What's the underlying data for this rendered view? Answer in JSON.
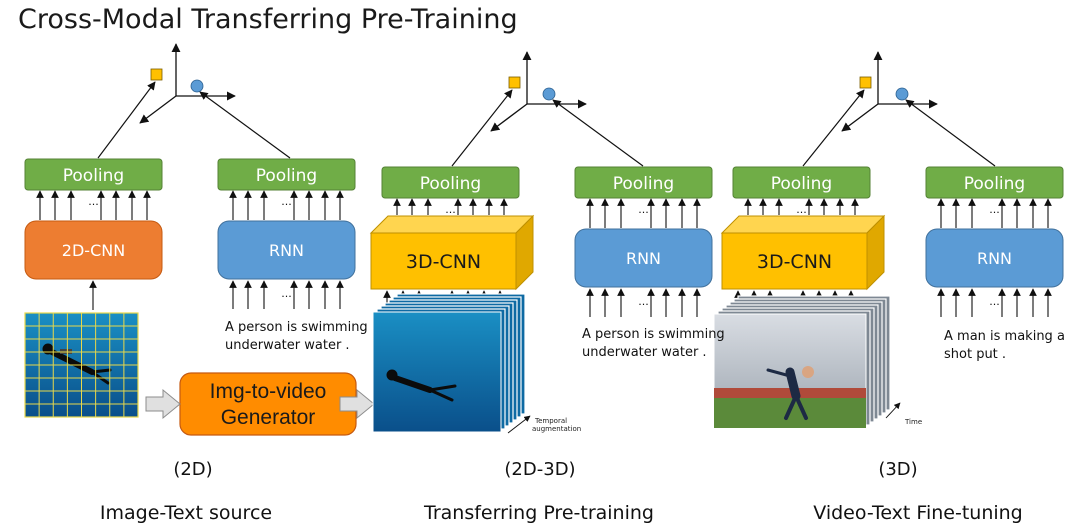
{
  "title": "Cross-Modal Transferring Pre-Training",
  "pooling_label": "Pooling",
  "dots": "...",
  "encoders": {
    "cnn2d": "2D-CNN",
    "rnn": "RNN",
    "cnn3d": "3D-CNN"
  },
  "generator": {
    "line1": "Img-to-video",
    "line2": "Generator"
  },
  "captions": {
    "swim_line1": "A person is swimming",
    "swim_line2": "underwater water .",
    "shot_line1": "A man is making a",
    "shot_line2": "shot put ."
  },
  "annotations": {
    "temporal_line1": "Temporal",
    "temporal_line2": "augmentation",
    "time": "Time"
  },
  "columns": [
    {
      "tag": "(2D)",
      "stage": "Image-Text source"
    },
    {
      "tag": "(2D-3D)",
      "stage": "Transferring Pre-training"
    },
    {
      "tag": "(3D)",
      "stage": "Video-Text Fine-tuning"
    }
  ],
  "colors": {
    "pooling": "#70ad47",
    "cnn2d": "#ed7d31",
    "rnn": "#5b9bd5",
    "cnn3d": "#ffc000",
    "generator": "#ff8c00",
    "square_marker": "#ffc000",
    "circle_marker": "#5b9bd5"
  }
}
